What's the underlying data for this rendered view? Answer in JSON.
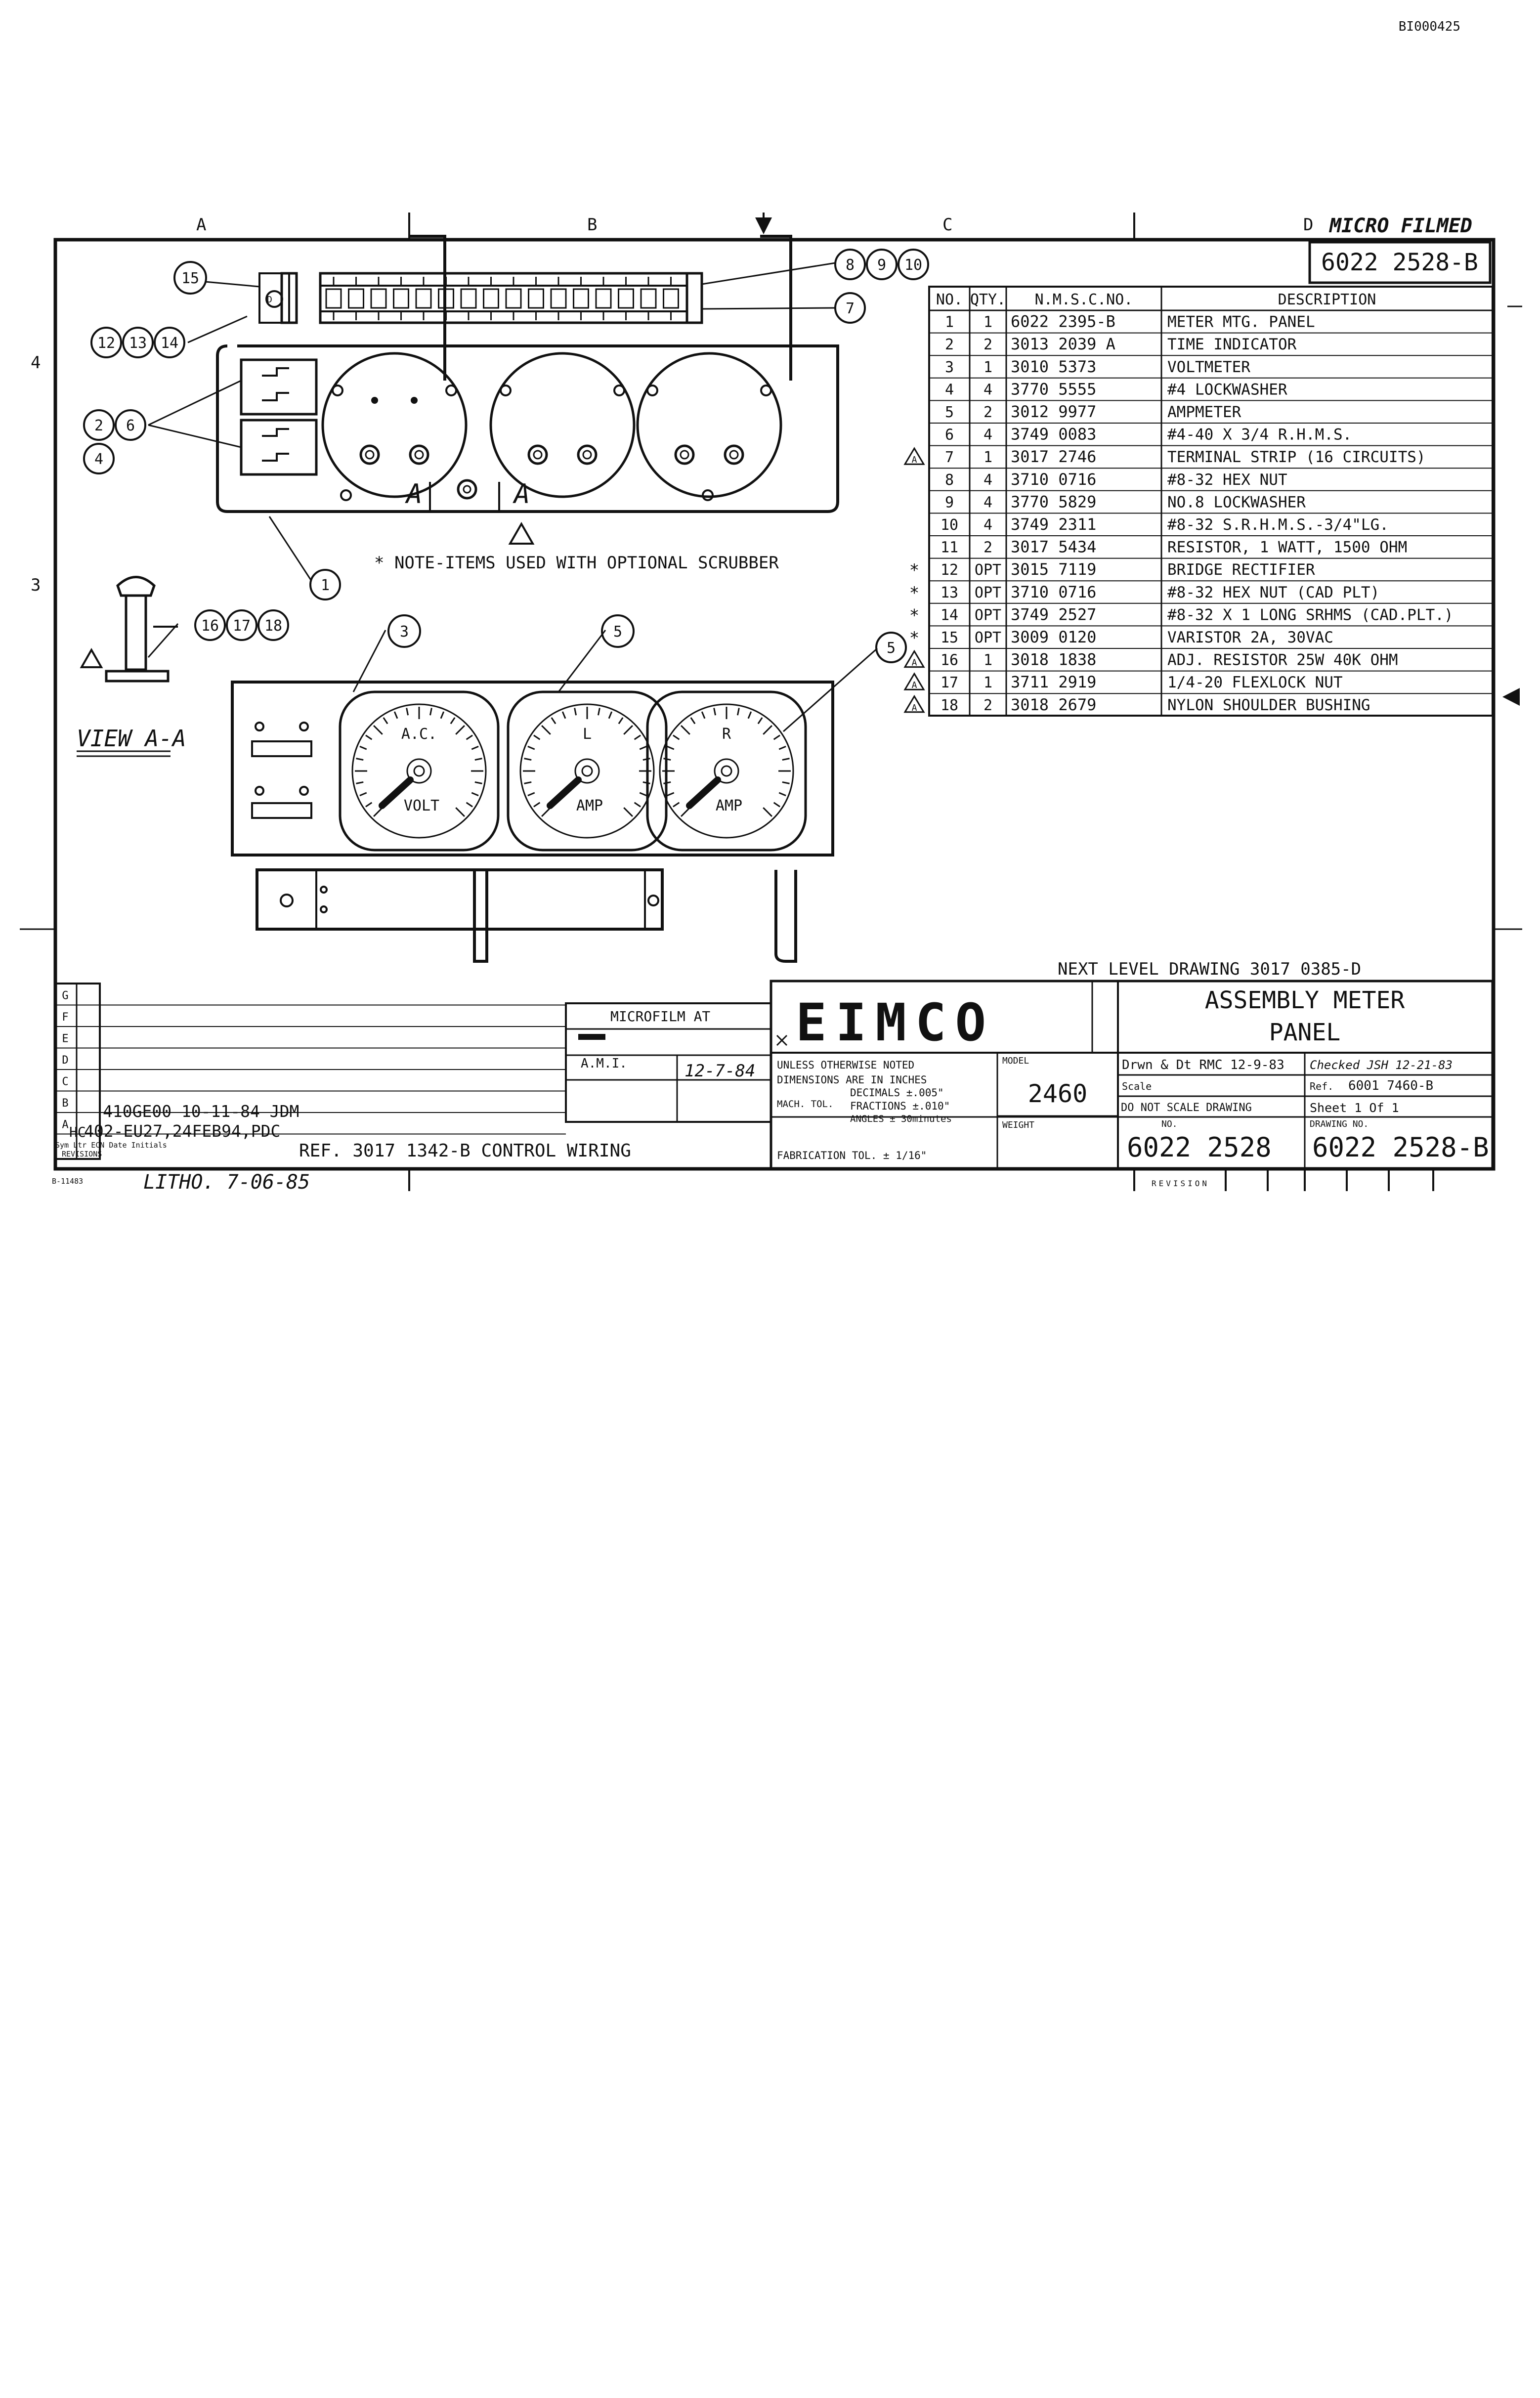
{
  "doc_id": "BI000425",
  "zone_letters": [
    "A",
    "B",
    "C",
    "D"
  ],
  "zone_numbers": [
    "4",
    "3"
  ],
  "micro_filmed": "MICRO FILMED",
  "drawing_number_box": "6022 2528-B",
  "parts_table": {
    "headers": [
      "NO.",
      "QTY.",
      "N.M.S.C.NO.",
      "DESCRIPTION"
    ],
    "rows": [
      {
        "flag": "",
        "no": "1",
        "qty": "1",
        "nmsc": "6022 2395-B",
        "desc": "METER MTG. PANEL"
      },
      {
        "flag": "",
        "no": "2",
        "qty": "2",
        "nmsc": "3013 2039 A",
        "desc": "TIME INDICATOR"
      },
      {
        "flag": "",
        "no": "3",
        "qty": "1",
        "nmsc": "3010 5373",
        "desc": "VOLTMETER"
      },
      {
        "flag": "",
        "no": "4",
        "qty": "4",
        "nmsc": "3770 5555",
        "desc": "#4 LOCKWASHER"
      },
      {
        "flag": "",
        "no": "5",
        "qty": "2",
        "nmsc": "3012 9977",
        "desc": "AMPMETER"
      },
      {
        "flag": "",
        "no": "6",
        "qty": "4",
        "nmsc": "3749 0083",
        "desc": "#4-40 X 3/4 R.H.M.S."
      },
      {
        "flag": "tri",
        "no": "7",
        "qty": "1",
        "nmsc": "3017 2746",
        "desc": "TERMINAL STRIP (16 CIRCUITS)"
      },
      {
        "flag": "",
        "no": "8",
        "qty": "4",
        "nmsc": "3710 0716",
        "desc": "#8-32 HEX NUT"
      },
      {
        "flag": "",
        "no": "9",
        "qty": "4",
        "nmsc": "3770 5829",
        "desc": "NO.8 LOCKWASHER"
      },
      {
        "flag": "",
        "no": "10",
        "qty": "4",
        "nmsc": "3749 2311",
        "desc": "#8-32 S.R.H.M.S.-3/4\"LG."
      },
      {
        "flag": "",
        "no": "11",
        "qty": "2",
        "nmsc": "3017 5434",
        "desc": "RESISTOR, 1 WATT, 1500 OHM"
      },
      {
        "flag": "star",
        "no": "12",
        "qty": "OPT",
        "nmsc": "3015 7119",
        "desc": "BRIDGE RECTIFIER"
      },
      {
        "flag": "star",
        "no": "13",
        "qty": "OPT",
        "nmsc": "3710 0716",
        "desc": "#8-32 HEX NUT (CAD PLT)"
      },
      {
        "flag": "star",
        "no": "14",
        "qty": "OPT",
        "nmsc": "3749 2527",
        "desc": "#8-32 X 1 LONG SRHMS (CAD.PLT.)"
      },
      {
        "flag": "star",
        "no": "15",
        "qty": "OPT",
        "nmsc": "3009 0120",
        "desc": "VARISTOR 2A, 30VAC"
      },
      {
        "flag": "tri",
        "no": "16",
        "qty": "1",
        "nmsc": "3018 1838",
        "desc": "ADJ. RESISTOR 25W 40K OHM"
      },
      {
        "flag": "tri",
        "no": "17",
        "qty": "1",
        "nmsc": "3711 2919",
        "desc": "1/4-20 FLEXLOCK NUT"
      },
      {
        "flag": "tri",
        "no": "18",
        "qty": "2",
        "nmsc": "3018 2679",
        "desc": "NYLON SHOULDER BUSHING"
      }
    ]
  },
  "balloons_top": [
    "8",
    "9",
    "10"
  ],
  "balloon_7": "7",
  "balloon_15": "15",
  "balloons_left1": [
    "12",
    "13",
    "14"
  ],
  "balloons_left2": [
    "2",
    "6"
  ],
  "balloon_4": "4",
  "balloon_1": "1",
  "balloons_view": [
    "16",
    "17",
    "18"
  ],
  "balloon_3": "3",
  "balloon_5a": "5",
  "balloon_5b": "5",
  "note_text": "* NOTE-ITEMS USED WITH OPTIONAL SCRUBBER",
  "view_label": "VIEW A-A",
  "triangle_mark": "A",
  "section_mark": "A",
  "meters": [
    {
      "top": "A.C.",
      "bottom": "VOLT"
    },
    {
      "top": "L",
      "bottom": "AMP"
    },
    {
      "top": "R",
      "bottom": "AMP"
    }
  ],
  "next_level": "NEXT LEVEL DRAWING 3017 0385-D",
  "microfilm_header": "MICROFILM AT",
  "microfilm_ami": "A.M.I.",
  "microfilm_date": "12-7-84",
  "company": "EIMCO",
  "title_line1": "ASSEMBLY METER",
  "title_line2": "PANEL",
  "notes_line1": "UNLESS OTHERWISE NOTED",
  "notes_line2": "DIMENSIONS ARE IN INCHES",
  "mach_tol": "MACH. TOL.",
  "tol_decimals": "DECIMALS ±.005\"",
  "tol_fractions": "FRACTIONS ±.010\"",
  "tol_angles": "ANGLES ± 30minutes",
  "fab_tol": "FABRICATION TOL. ± 1/16\"",
  "model_label": "MODEL",
  "model_value": "2460",
  "weight_label": "WEIGHT",
  "drawn_by": "Drwn & Dt RMC 12-9-83",
  "checked": "Checked  JSH  12-21-83",
  "scale_label": "Scale",
  "ref_label": "Ref.",
  "ref_value": "6001 7460-B",
  "do_not_scale": "DO NOT SCALE DRAWING",
  "sheet": "Sheet 1 Of 1",
  "no_label": "NO.",
  "drawing_no_label": "DRAWING NO.",
  "part_no": "6022 2528",
  "drawing_no": "6022 2528-B",
  "revision_label": "REVISION",
  "rev_letters": [
    "G",
    "F",
    "E",
    "D",
    "C",
    "B",
    "A"
  ],
  "rev_row_b": "410GE00 10-11-84 JDM",
  "rev_row_a": "402-EU27,24FEB94,PDC",
  "rev_letter_hc": "HC",
  "rev_footer_cols": "Sym Ltr ECN Date Initials",
  "rev_footer": "REVISIONS",
  "ref_control": "REF. 3017 1342-B CONTROL WIRING",
  "litho": "LITHO. 7-06-85",
  "form_no": "B-11483"
}
